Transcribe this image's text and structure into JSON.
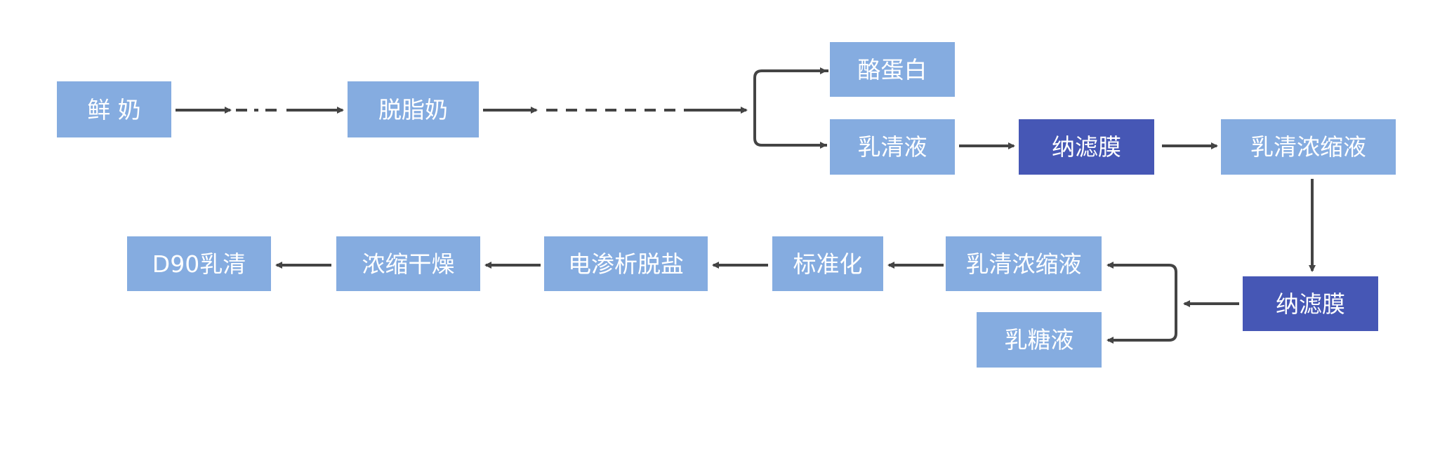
{
  "colors": {
    "box_light": "#85ace0",
    "box_dark": "#4657b5",
    "text": "#ffffff",
    "arrow": "#444444",
    "background": "#ffffff"
  },
  "nodes": {
    "fresh_milk": "鲜 奶",
    "skim_milk": "脱脂奶",
    "casein": "酪蛋白",
    "whey_liquid": "乳清液",
    "nanofilter_1": "纳滤膜",
    "whey_concentrate_1": "乳清浓缩液",
    "nanofilter_2": "纳滤膜",
    "whey_concentrate_2": "乳清浓缩液",
    "lactose_liquid": "乳糖液",
    "standardize": "标准化",
    "electrodialysis": "电渗析脱盐",
    "concentrate_dry": "浓缩干燥",
    "d90_whey": "D90乳清"
  }
}
